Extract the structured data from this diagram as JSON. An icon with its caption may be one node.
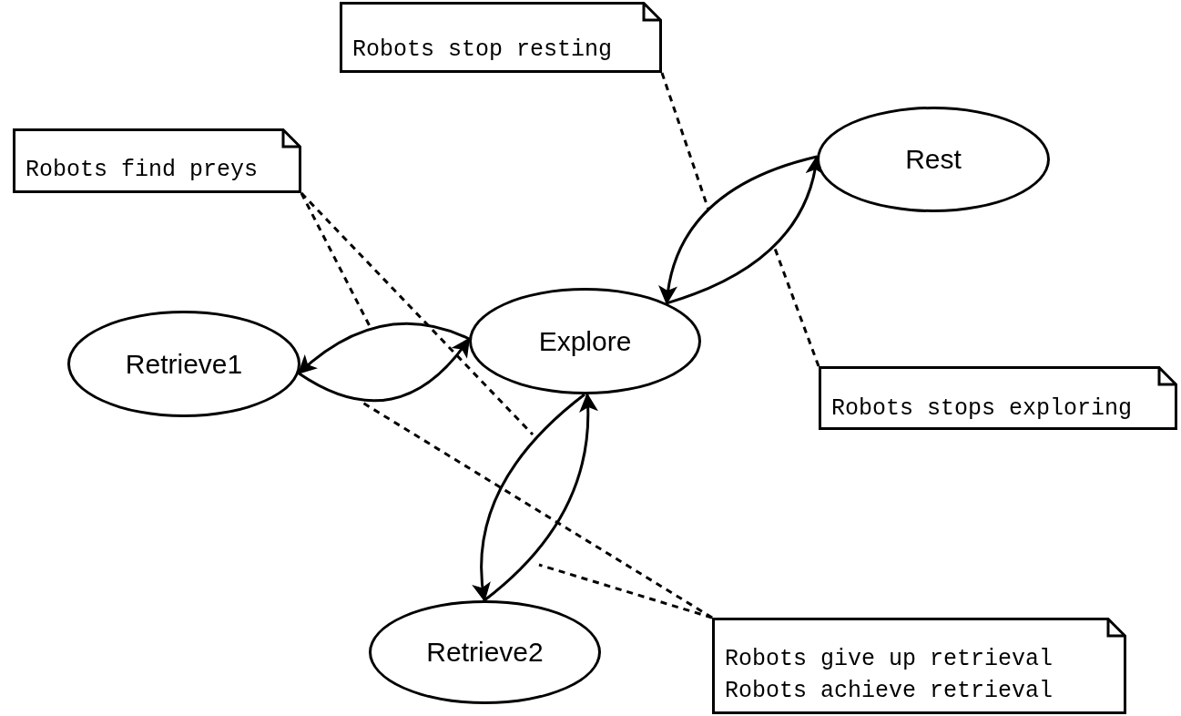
{
  "diagram": {
    "nodes": [
      {
        "text": [
          "Robots stop resting"
        ]
      },
      {
        "text": [
          "Robots find preys"
        ]
      },
      {
        "text": [
          "Rest"
        ]
      },
      {
        "text": [
          "Explore"
        ]
      },
      {
        "text": [
          "Retrieve1"
        ]
      },
      {
        "text": [
          "Robots stops exploring"
        ]
      },
      {
        "text": [
          "Retrieve2"
        ]
      },
      {
        "text": [
          "Robots give up retrieval",
          "Robots achieve retrieval"
        ]
      }
    ],
    "edges": [
      {
        "from": 3,
        "to": 2,
        "arrow": "to"
      },
      {
        "from": 2,
        "to": 3,
        "arrow": "to"
      },
      {
        "from": 3,
        "to": 4,
        "arrow": "to"
      },
      {
        "from": 4,
        "to": 3,
        "arrow": "to"
      },
      {
        "from": 3,
        "to": 6,
        "arrow": "to"
      },
      {
        "from": 6,
        "to": 3,
        "arrow": "to"
      },
      {
        "from": 0,
        "to": null,
        "arrow": "none",
        "style": "dashed"
      },
      {
        "from": 1,
        "to": null,
        "arrow": "none",
        "style": "dashed"
      },
      {
        "from": 1,
        "to": null,
        "arrow": "none",
        "style": "dashed"
      },
      {
        "from": 5,
        "to": null,
        "arrow": "none",
        "style": "dashed"
      },
      {
        "from": 7,
        "to": null,
        "arrow": "none",
        "style": "dashed"
      },
      {
        "from": 7,
        "to": null,
        "arrow": "none",
        "style": "dashed"
      }
    ]
  }
}
